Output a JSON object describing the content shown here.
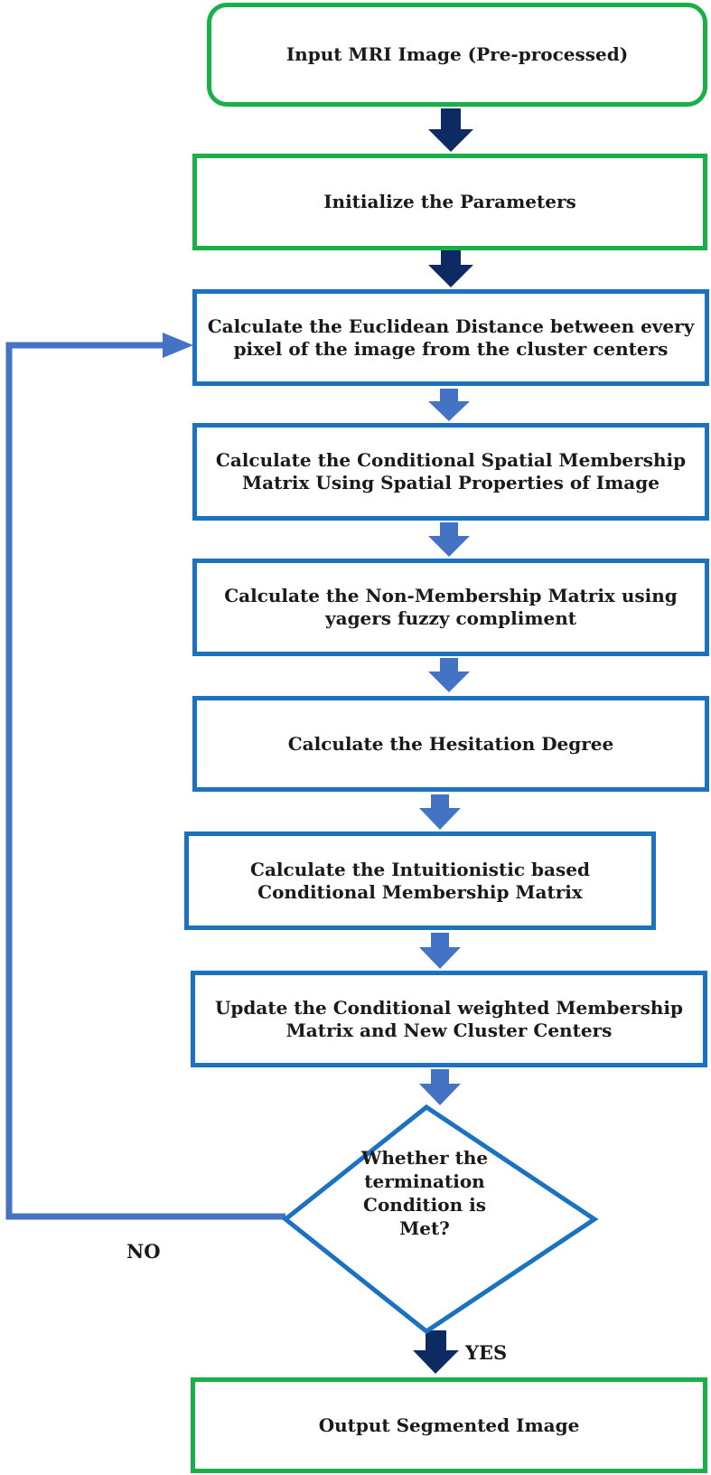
{
  "nodes": {
    "input": "Input MRI Image (Pre-processed)",
    "init": "Initialize the Parameters",
    "euclid": "Calculate the Euclidean Distance between every pixel of the image from the cluster centers",
    "spatial": "Calculate the Conditional Spatial Membership Matrix Using Spatial Properties of Image",
    "nonmember": "Calculate the Non-Membership Matrix using yagers fuzzy compliment",
    "hesitation": "Calculate the Hesitation Degree",
    "intuition": "Calculate the Intuitionistic based Conditional Membership Matrix",
    "update": "Update the  Conditional weighted Membership Matrix and New Cluster Centers",
    "decision": "Whether the termination Condition is Met?",
    "output": "Output Segmented Image"
  },
  "edge_labels": {
    "no": "NO",
    "yes": "YES"
  },
  "colors": {
    "terminal_border": "#19b04a",
    "process_border": "#1b72c0",
    "dark_arrow": "#0d2a63",
    "light_arrow": "#4472c4"
  }
}
